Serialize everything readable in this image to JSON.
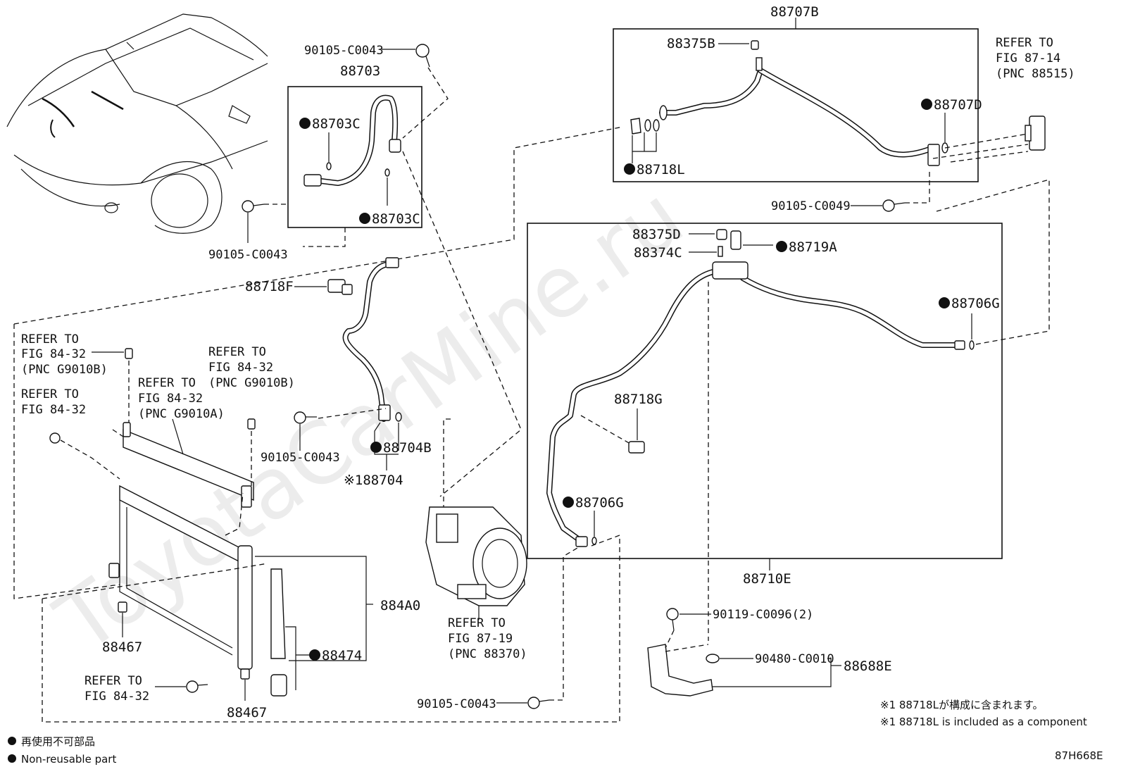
{
  "watermark": "ToyotaCarMine.ru",
  "labels": {
    "p88707B": "88707B",
    "p88375B": "88375B",
    "refer_8714_a": "REFER TO",
    "refer_8714_b": "FIG 87-14",
    "refer_8714_c": "(PNC 88515)",
    "p88707D": "88707D",
    "p88718L": "88718L",
    "p90105_C0049": "90105-C0049",
    "p90105_top": "90105-C0043",
    "p88703": "88703",
    "p88703C_a": "88703C",
    "p88703C_b": "88703C",
    "p90105_mid": "90105-C0043",
    "p88718F": "88718F",
    "p88375D": "88375D",
    "p88374C": "88374C",
    "p88719A": "88719A",
    "p88706G_a": "88706G",
    "p88706G_b": "88706G",
    "p88718G": "88718G",
    "p88710E": "88710E",
    "ref_a1": "REFER TO",
    "ref_a2": "FIG 84-32",
    "ref_a3": "(PNC G9010B)",
    "ref_b1": "REFER TO",
    "ref_b2": "FIG 84-32",
    "ref_b3": "(PNC G9010B)",
    "ref_c1": "REFER TO",
    "ref_c2": "FIG 84-32",
    "ref_d1": "REFER TO",
    "ref_d2": "FIG 84-32",
    "ref_d3": "(PNC G9010A)",
    "p90105_c0043_lower": "90105-C0043",
    "p88704B": "88704B",
    "p88704": "※188704",
    "p884A0": "884A0",
    "p88474": "88474",
    "p88467_a": "88467",
    "p88467_b": "88467",
    "ref_e1": "REFER TO",
    "ref_e2": "FIG 84-32",
    "ref_f1": "REFER TO",
    "ref_f2": "FIG 87-19",
    "ref_f3": "(PNC 88370)",
    "p90105_bottom": "90105-C0043",
    "p90119": "90119-C0096(2)",
    "p90480": "90480-C0010",
    "p88688E": "88688E",
    "note_jp": "※1 88718Lが構成に含まれます。",
    "note_en": "※1 88718L is included as a component",
    "legend_jp": "再使用不可部品",
    "legend_en": "Non-reusable part",
    "code": "87H668E"
  }
}
